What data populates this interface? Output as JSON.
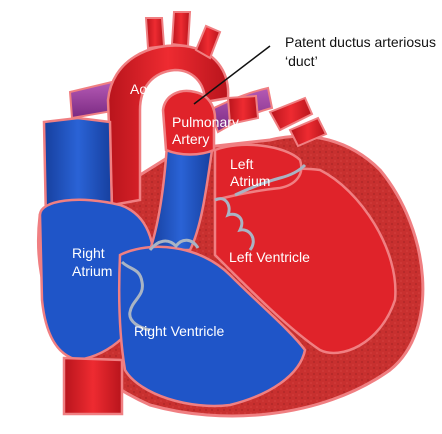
{
  "diagram": {
    "labels": {
      "callout_line1": "Patent ductus arteriosus",
      "callout_line2": "‘duct’",
      "aorta": "Aorta",
      "pulmonary_line1": "Pulmonary",
      "pulmonary_line2": "Artery",
      "left_atrium_line1": "Left",
      "left_atrium_line2": "Atrium",
      "right_atrium_line1": "Right",
      "right_atrium_line2": "Atrium",
      "left_ventricle": "Left Ventricle",
      "right_ventricle": "Right Ventricle"
    },
    "colors": {
      "oxygenated": "#e0232a",
      "oxygenated_dark": "#b5141b",
      "deoxygenated": "#1f55c8",
      "deoxygenated_dark": "#153f9c",
      "mixed": "#9a3a9a",
      "outline": "#f07f82",
      "wall": "#c43a3a",
      "valve": "#a9b4c4"
    }
  }
}
